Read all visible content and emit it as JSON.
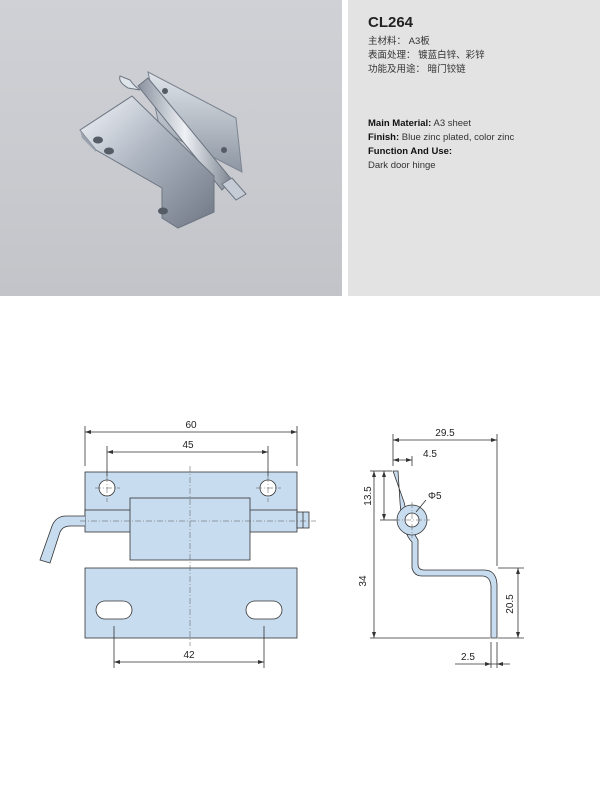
{
  "product": {
    "model": "CL264",
    "cn": {
      "material_label": "主材料：",
      "material_value": "A3板",
      "finish_label": "表面处理：",
      "finish_value": "镀蓝白锌、彩锌",
      "use_label": "功能及用途：",
      "use_value": "暗门铰链"
    },
    "en": {
      "material_label": "Main Material:",
      "material_value": "A3 sheet",
      "finish_label": "Finish:",
      "finish_value": "Blue zinc plated, color zinc",
      "use_label": "Function And Use:",
      "use_value": "Dark door hinge"
    }
  },
  "dimensions": {
    "front_overall_width": "60",
    "front_hole_spacing_top": "45",
    "front_slot_spacing_bottom": "42",
    "side_overall_width": "29.5",
    "side_offset": "4.5",
    "side_pin_height": "13.5",
    "side_pin_diameter": "Φ5",
    "side_total_height": "34",
    "side_leg_height": "20.5",
    "side_thickness": "2.5"
  },
  "colors": {
    "photo_bg": "#c9cbd0",
    "spec_bg": "#e3e3e3",
    "part_fill": "#c8dcf0",
    "line": "#333333"
  }
}
